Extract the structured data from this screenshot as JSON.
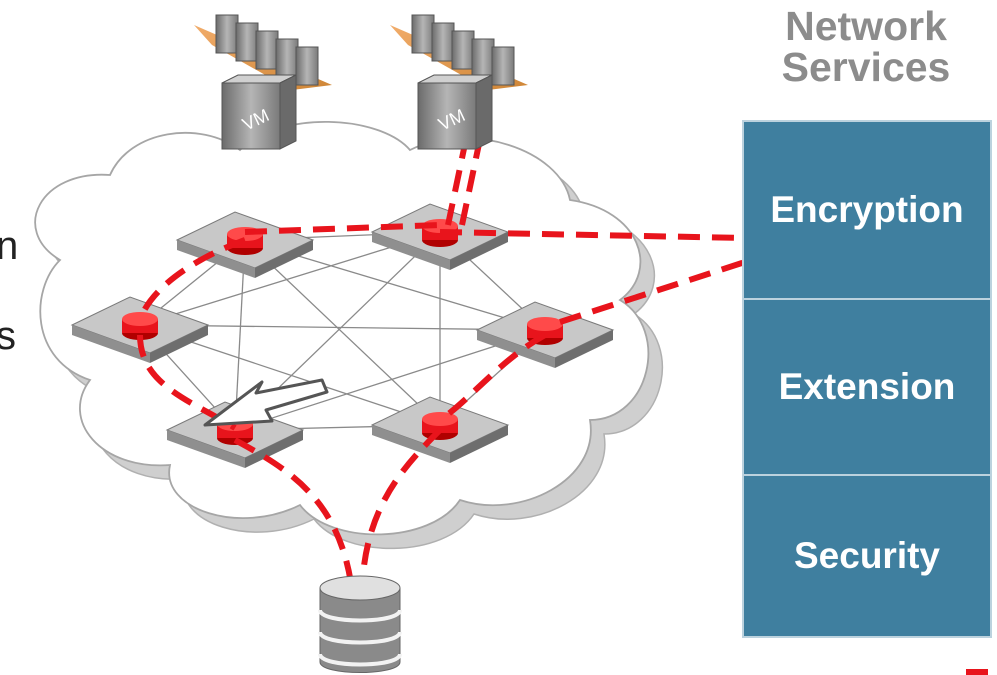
{
  "network_services": {
    "title_line1": "Network",
    "title_line2": "Services",
    "services": [
      {
        "label": "Encryption"
      },
      {
        "label": "Extension"
      },
      {
        "label": "Security"
      }
    ]
  },
  "diagram": {
    "vm_label": "VM",
    "left_text_fragments": [
      "n",
      "s"
    ]
  },
  "colors": {
    "path_red": "#e8141c",
    "service_fill": "#3f7f9f",
    "cloud_fill": "#ffffff",
    "switch_gray": "#9a9a9a"
  },
  "icons": {
    "vm_cluster": "server-rack-icon",
    "switch": "network-switch-icon",
    "storage": "database-icon",
    "pointer": "arrow-pointer-icon"
  }
}
